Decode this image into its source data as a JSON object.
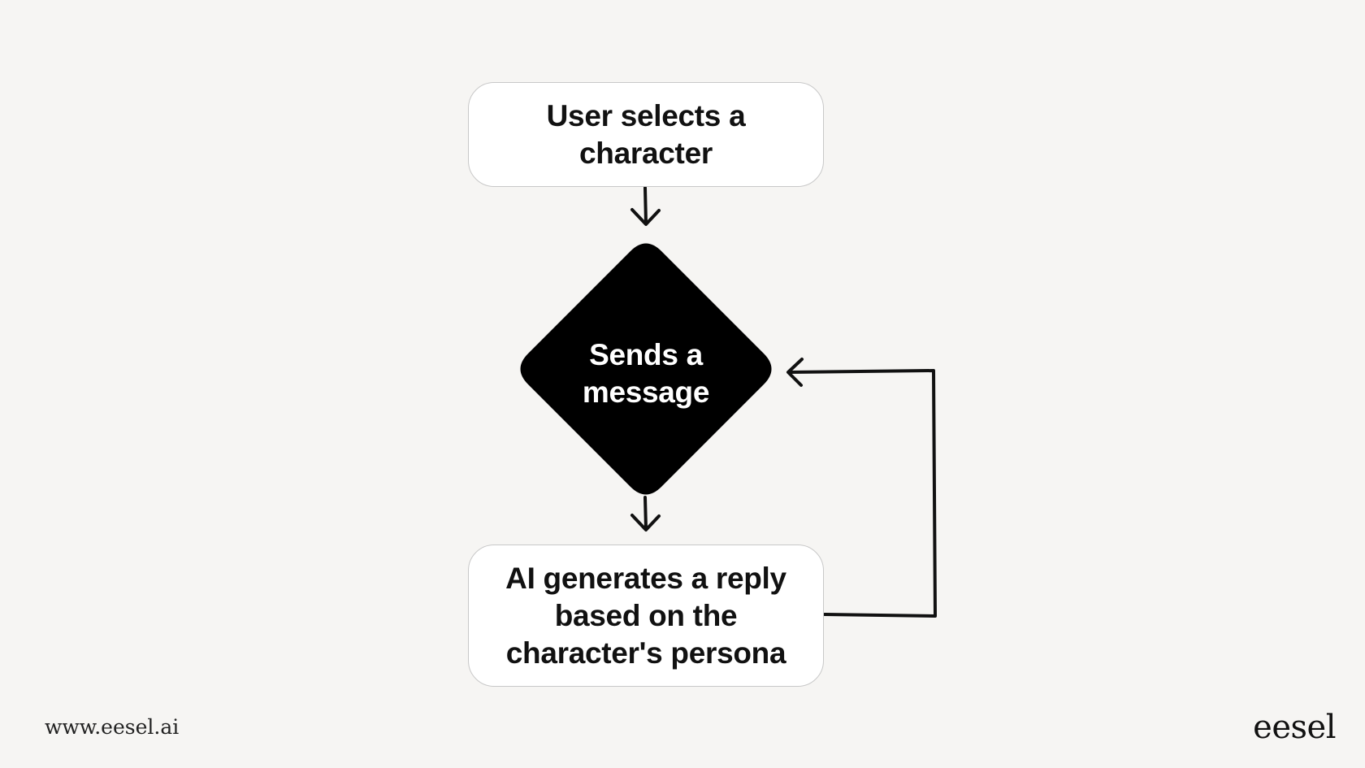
{
  "nodes": {
    "start": {
      "lines": [
        "User selects a",
        "character"
      ]
    },
    "decision": {
      "lines": [
        "Sends a",
        "message"
      ]
    },
    "end": {
      "lines": [
        "AI generates a reply",
        "based on the",
        "character's persona"
      ]
    }
  },
  "footer": {
    "url": "www.eesel.ai",
    "logo": "eesel"
  },
  "colors": {
    "background": "#f6f5f3",
    "box_fill": "#ffffff",
    "box_border": "#c8c8c8",
    "decision_fill": "#000000",
    "arrow": "#111111"
  }
}
